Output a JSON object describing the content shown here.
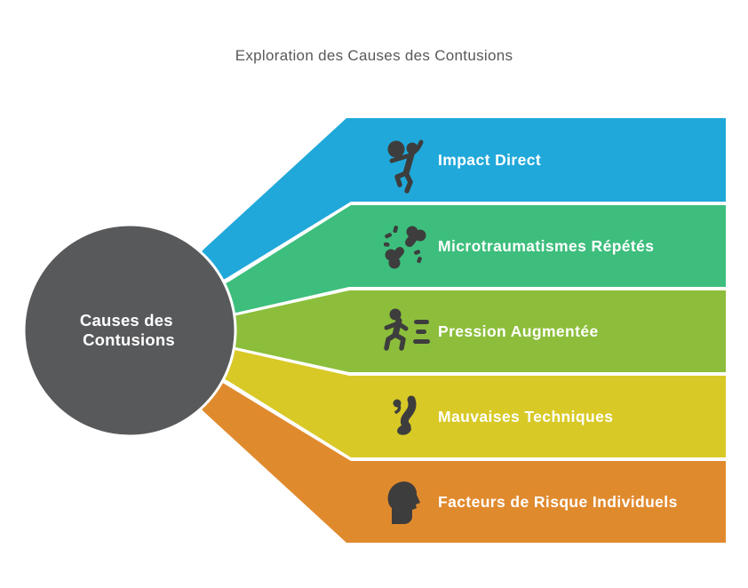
{
  "title": "Exploration des Causes des Contusions",
  "center": {
    "line1": "Causes des",
    "line2": "Contusions",
    "fill": "#58595B",
    "text_color": "#FFFFFF"
  },
  "colors": {
    "background": "#FFFFFF",
    "title": "#595959",
    "icon": "#3D3D3D",
    "label_text": "#FFFFFF",
    "separator": "#FFFFFF"
  },
  "branches": [
    {
      "id": "impact-direct",
      "label": "Impact Direct",
      "color": "#20A8DA",
      "icon": "volleyball-player-icon"
    },
    {
      "id": "microtraumatismes-repetes",
      "label": "Microtraumatismes Répétés",
      "color": "#3DBE7C",
      "icon": "broken-bone-icon"
    },
    {
      "id": "pression-augmentee",
      "label": "Pression Augmentée",
      "color": "#8CBE3B",
      "icon": "running-person-icon"
    },
    {
      "id": "mauvaises-techniques",
      "label": "Mauvaises Techniques",
      "color": "#D8C926",
      "icon": "bent-posture-icon"
    },
    {
      "id": "facteurs-de-risque-individuels",
      "label": "Facteurs de Risque Individuels",
      "color": "#E08A2E",
      "icon": "head-profile-icon"
    }
  ]
}
